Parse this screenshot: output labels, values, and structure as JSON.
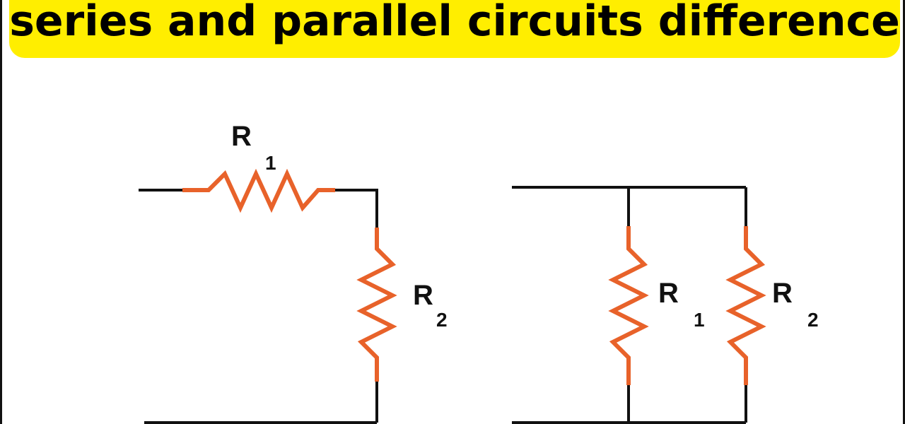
{
  "title": "series and parallel circuits difference",
  "colors": {
    "banner": "#ffee00",
    "wire": "#111111",
    "resistor": "#e8622a"
  },
  "series_circuit": {
    "r1": {
      "letter": "R",
      "index": "1"
    },
    "r2": {
      "letter": "R",
      "index": "2"
    }
  },
  "parallel_circuit": {
    "r1": {
      "letter": "R",
      "index": "1"
    },
    "r2": {
      "letter": "R",
      "index": "2"
    }
  }
}
